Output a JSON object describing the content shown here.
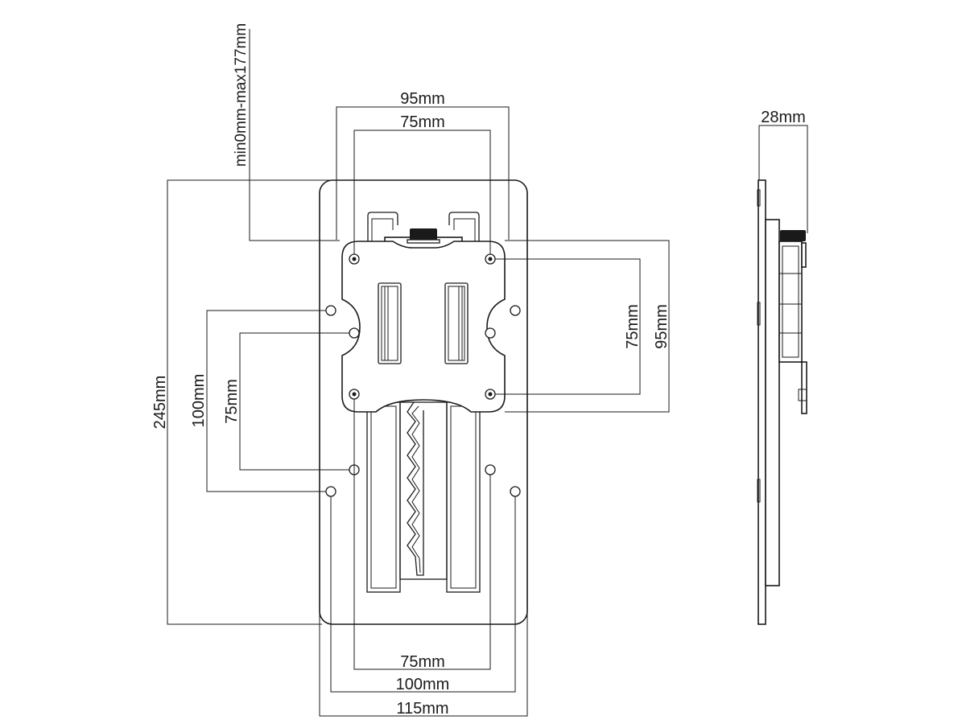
{
  "dimensions": {
    "top_95": "95mm",
    "top_75": "75mm",
    "min_max": "min0mm-max177mm",
    "height_245": "245mm",
    "left_100": "100mm",
    "left_75": "75mm",
    "right_75": "75mm",
    "right_95": "95mm",
    "bottom_75": "75mm",
    "bottom_100": "100mm",
    "bottom_115": "115mm",
    "side_28": "28mm"
  },
  "colors": {
    "line": "#1a1a1a",
    "background": "#ffffff"
  }
}
